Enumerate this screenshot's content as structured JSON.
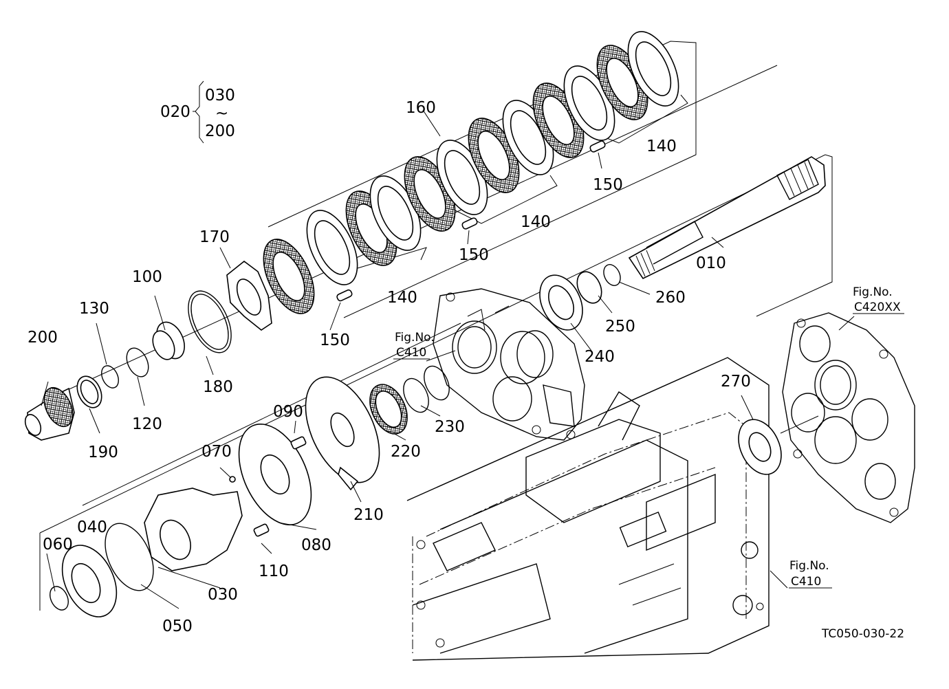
{
  "figure": {
    "code": "TC050-030-22"
  },
  "group": {
    "label": "020",
    "from": "030",
    "tilde": "~",
    "to": "200"
  },
  "callouts": [
    {
      "key": "p010",
      "text": "010"
    },
    {
      "key": "p030",
      "text": "030"
    },
    {
      "key": "p040",
      "text": "040"
    },
    {
      "key": "p050",
      "text": "050"
    },
    {
      "key": "p060",
      "text": "060"
    },
    {
      "key": "p070",
      "text": "070"
    },
    {
      "key": "p080",
      "text": "080"
    },
    {
      "key": "p090",
      "text": "090"
    },
    {
      "key": "p100",
      "text": "100"
    },
    {
      "key": "p110",
      "text": "110"
    },
    {
      "key": "p120",
      "text": "120"
    },
    {
      "key": "p130",
      "text": "130"
    },
    {
      "key": "p140a",
      "text": "140"
    },
    {
      "key": "p140b",
      "text": "140"
    },
    {
      "key": "p140c",
      "text": "140"
    },
    {
      "key": "p150a",
      "text": "150"
    },
    {
      "key": "p150b",
      "text": "150"
    },
    {
      "key": "p150c",
      "text": "150"
    },
    {
      "key": "p160",
      "text": "160"
    },
    {
      "key": "p170",
      "text": "170"
    },
    {
      "key": "p180",
      "text": "180"
    },
    {
      "key": "p190",
      "text": "190"
    },
    {
      "key": "p200",
      "text": "200"
    },
    {
      "key": "p210",
      "text": "210"
    },
    {
      "key": "p220",
      "text": "220"
    },
    {
      "key": "p230",
      "text": "230"
    },
    {
      "key": "p240",
      "text": "240"
    },
    {
      "key": "p250",
      "text": "250"
    },
    {
      "key": "p260",
      "text": "260"
    },
    {
      "key": "p270",
      "text": "270"
    }
  ],
  "figrefs": [
    {
      "key": "ref1",
      "line1": "Fig.No.",
      "line2": "C410"
    },
    {
      "key": "ref2",
      "line1": "Fig.No.",
      "line2": "C420XX"
    },
    {
      "key": "ref3",
      "line1": "Fig.No.",
      "line2": "C410"
    }
  ]
}
